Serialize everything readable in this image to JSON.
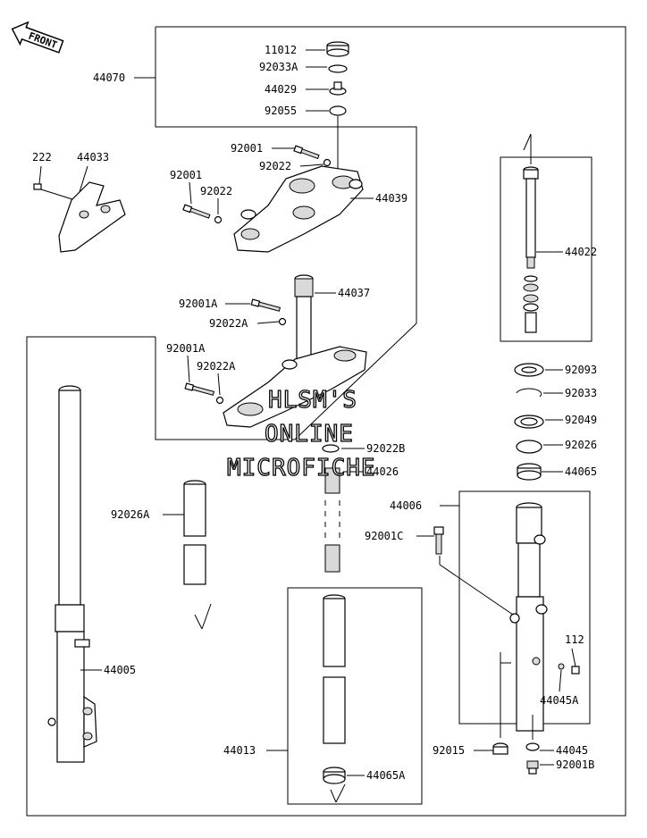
{
  "front_arrow": {
    "text": "FRONT"
  },
  "watermark": {
    "line1": "HLSM'S",
    "line2": "ONLINE",
    "line3": "MICROFICHE"
  },
  "labels": {
    "p11012": "11012",
    "p92033a": "92033A",
    "p44029": "44029",
    "p92055": "92055",
    "p44070": "44070",
    "p92001_top": "92001",
    "p92022_top": "92022",
    "p44039": "44039",
    "p222": "222",
    "p44033": "44033",
    "p92001_mid": "92001",
    "p92022_mid": "92022",
    "p44022": "44022",
    "p44037": "44037",
    "p92001a_1": "92001A",
    "p92022a_1": "92022A",
    "p92001a_2": "92001A",
    "p92022a_2": "92022A",
    "p92093": "92093",
    "p92033": "92033",
    "p92049": "92049",
    "p92026": "92026",
    "p44065": "44065",
    "p92022b": "92022B",
    "p44026": "44026",
    "p44006": "44006",
    "p92001c": "92001C",
    "p92026a": "92026A",
    "p112": "112",
    "p44005": "44005",
    "p44045a": "44045A",
    "p44013": "44013",
    "p92015": "92015",
    "p44045": "44045",
    "p92001b": "92001B",
    "p44065a": "44065A"
  }
}
